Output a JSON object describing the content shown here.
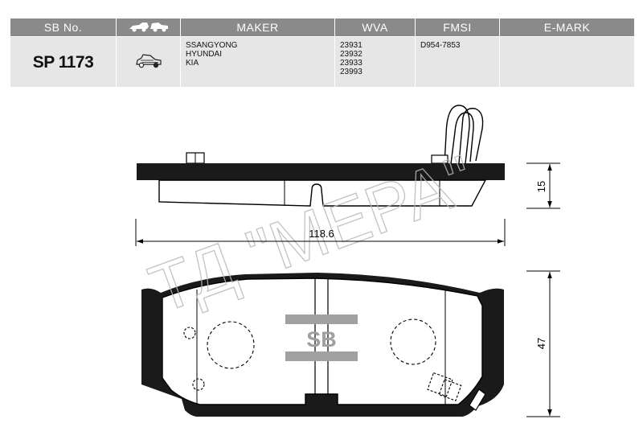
{
  "table": {
    "headers": {
      "sb_no": "SB No.",
      "maker": "MAKER",
      "wva": "WVA",
      "fmsi": "FMSI",
      "emark": "E-MARK"
    },
    "row": {
      "sb_no": "SP 1173",
      "makers": [
        "SSANGYONG",
        "HYUNDAI",
        "KIA"
      ],
      "wva": [
        "23931",
        "23932",
        "23933",
        "23993"
      ],
      "fmsi": "D954-7853",
      "emark": ""
    }
  },
  "drawing": {
    "width_dim": "118.6",
    "height_dim": "47",
    "thickness_dim": "15",
    "logo": "SB",
    "watermark": "ТД \"МЕРА\""
  },
  "icons": {
    "header_icon": "car-axle-icon",
    "row_icon": "rear-axle-car-icon"
  },
  "colors": {
    "header_bg": "#8a8a8a",
    "row_bg": "#e6e6e6",
    "logo_bar": "#a0a0a0"
  }
}
